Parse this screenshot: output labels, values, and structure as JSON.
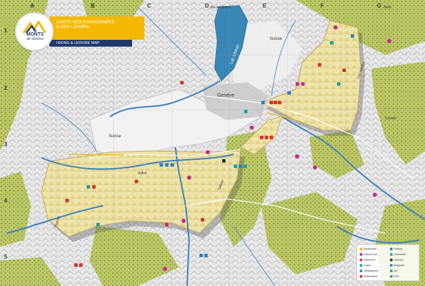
{
  "title": {
    "line1": "CARTE DES RANDONNÉES",
    "line2": "& DES LOISIRS",
    "subtitle": "HIKING & LEISURE MAP"
  },
  "logo": {
    "name": "MONTS",
    "sub": "de Genève",
    "icon": "mountain-logo-icon"
  },
  "grid": {
    "columns": [
      "A",
      "B",
      "C",
      "D",
      "E",
      "F",
      "G"
    ],
    "rows": [
      "1",
      "2",
      "3",
      "4",
      "5"
    ]
  },
  "places": {
    "geneve": "Genève",
    "suisse_west": "Suisse",
    "suisse_north": "Suisse",
    "lac_leman": "Lac Léman",
    "aix": "Aix-les-Bains",
    "nant": "Nant",
    "voirons": "Les Voirons",
    "saleve": "Salève",
    "vuache": "Vuache",
    "corbier": "Corbier",
    "vallon": "Vallon"
  },
  "colors": {
    "lake": "#3a86b4",
    "river": "#3a7fc0",
    "forest": "#a9b94a",
    "territory": "#efe4a8",
    "territory_edge": "#b8a76a",
    "relief": "#d8d8d8",
    "highlight": "#f4b800",
    "brand": "#1f3a6b",
    "poi_red": "#d9322b",
    "poi_blue": "#2f7fc1",
    "poi_teal": "#1ba39c",
    "poi_pink": "#c4298a"
  },
  "legend": {
    "items": [
      "Randonnée",
      "Point de vue",
      "Patrimoine",
      "Loisirs",
      "Hébergement",
      "Restauration",
      "Parking",
      "Information",
      "Sommet",
      "Baignade",
      "Ski",
      "Vélo"
    ]
  }
}
